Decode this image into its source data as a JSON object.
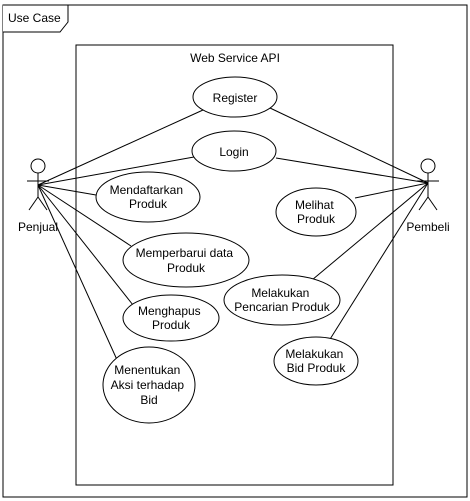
{
  "frame": {
    "title": "Use Case"
  },
  "system": {
    "title": "Web Service API"
  },
  "actors": {
    "seller": {
      "name": "Penjual"
    },
    "buyer": {
      "name": "Pembeli"
    }
  },
  "use_cases": {
    "register": {
      "lines": [
        "Register"
      ]
    },
    "login": {
      "lines": [
        "Login"
      ]
    },
    "list_product": {
      "lines": [
        "Mendaftarkan",
        "Produk"
      ]
    },
    "update_product": {
      "lines": [
        "Memperbarui data",
        "Produk"
      ]
    },
    "delete_product": {
      "lines": [
        "Menghapus",
        "Produk"
      ]
    },
    "bid_action": {
      "lines": [
        "Menentukan",
        "Aksi terhadap",
        "Bid"
      ]
    },
    "view_product": {
      "lines": [
        "Melihat",
        "Produk"
      ]
    },
    "search_product": {
      "lines": [
        "Melakukan",
        "Pencarian Produk"
      ]
    },
    "place_bid": {
      "lines": [
        "Melakukan",
        "Bid Produk"
      ]
    }
  },
  "colors": {
    "stroke": "#000000",
    "fill": "#ffffff"
  }
}
